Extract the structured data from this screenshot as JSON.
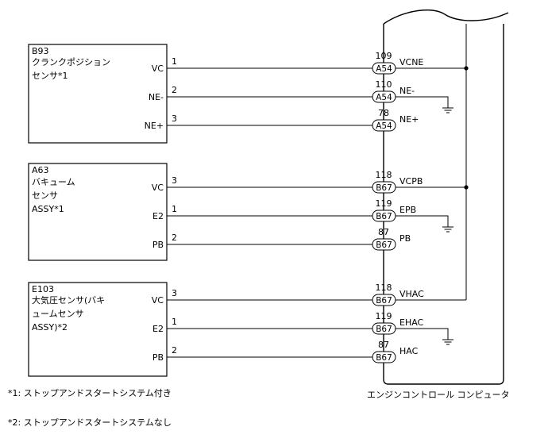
{
  "sensors": [
    {
      "code": "B93",
      "name_lines": [
        "クランクポジション",
        "センサ*1"
      ],
      "pins": [
        {
          "label": "VC",
          "wire": "1",
          "ecu_pin": "109",
          "connector": "A54",
          "signal": "VCNE"
        },
        {
          "label": "NE-",
          "wire": "2",
          "ecu_pin": "110",
          "connector": "A54",
          "signal": "NE-"
        },
        {
          "label": "NE+",
          "wire": "3",
          "ecu_pin": "78",
          "connector": "A54",
          "signal": "NE+"
        }
      ]
    },
    {
      "code": "A63",
      "name_lines": [
        "バキューム",
        "センサ",
        "ASSY*1"
      ],
      "pins": [
        {
          "label": "VC",
          "wire": "3",
          "ecu_pin": "118",
          "connector": "B67",
          "signal": "VCPB"
        },
        {
          "label": "E2",
          "wire": "1",
          "ecu_pin": "119",
          "connector": "B67",
          "signal": "EPB"
        },
        {
          "label": "PB",
          "wire": "2",
          "ecu_pin": "87",
          "connector": "B67",
          "signal": "PB"
        }
      ]
    },
    {
      "code": "E103",
      "name_lines": [
        "大気圧センサ(バキ",
        "ュームセンサ",
        "ASSY)*2"
      ],
      "pins": [
        {
          "label": "VC",
          "wire": "3",
          "ecu_pin": "118",
          "connector": "B67",
          "signal": "VHAC"
        },
        {
          "label": "E2",
          "wire": "1",
          "ecu_pin": "119",
          "connector": "B67",
          "signal": "EHAC"
        },
        {
          "label": "PB",
          "wire": "2",
          "ecu_pin": "87",
          "connector": "B67",
          "signal": "HAC"
        }
      ]
    }
  ],
  "ecu_label": "エンジンコントロール コンピュータ",
  "notes": [
    "*1: ストップアンドスタートシステム付き",
    "*2: ストップアンドスタートシステムなし"
  ]
}
